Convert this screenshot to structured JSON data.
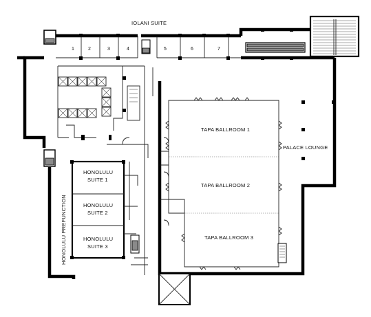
{
  "labels": {
    "iolani_suite": "IOLANI SUITE",
    "room_1": "1",
    "room_2": "2",
    "room_3": "3",
    "room_4": "4",
    "room_5": "5",
    "room_6": "6",
    "room_7": "7",
    "tapa_ballroom_1": "TAPA BALLROOM 1",
    "tapa_ballroom_2": "TAPA BALLROOM 2",
    "tapa_ballroom_3": "TAPA BALLROOM 3",
    "palace_lounge": "PALACE LOUNGE",
    "honolulu_suite_1_line1": "HONOLULU",
    "honolulu_suite_1_line2": "SUITE 1",
    "honolulu_suite_2_line1": "HONOLULU",
    "honolulu_suite_2_line2": "SUITE 2",
    "honolulu_suite_3_line1": "HONOLULU",
    "honolulu_suite_3_line2": "SUITE 3",
    "honolulu_prefunction": "HONOLULU PREFUNCTION"
  }
}
